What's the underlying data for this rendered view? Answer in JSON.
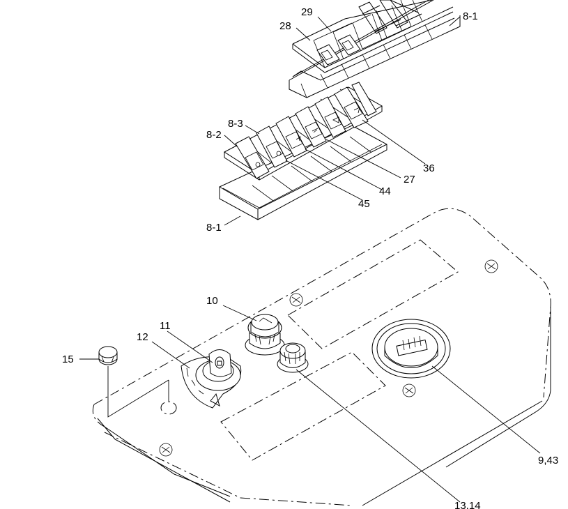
{
  "labels": {
    "l29": "29",
    "l28": "28",
    "l8_1_top": "8-1",
    "l8_3": "8-3",
    "l8_2": "8-2",
    "l36": "36",
    "l27": "27",
    "l44": "44",
    "l45": "45",
    "l8_1_mid": "8-1",
    "l10": "10",
    "l11": "11",
    "l12": "12",
    "l15": "15",
    "l9_43": "9,43",
    "l13_14": "13,14"
  }
}
